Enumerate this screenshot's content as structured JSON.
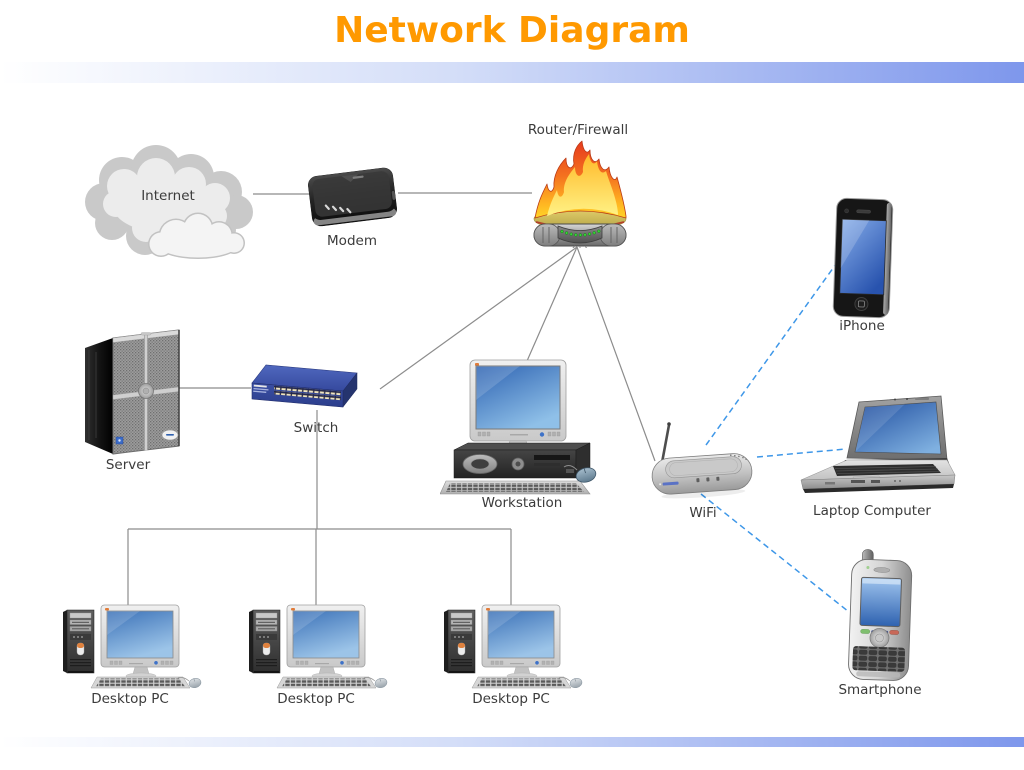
{
  "title": "Network Diagram",
  "nodes": {
    "internet": "Internet",
    "modem": "Modem",
    "router_firewall": "Router/Firewall",
    "iphone": "iPhone",
    "server": "Server",
    "switch": "Switch",
    "workstation": "Workstation",
    "wifi": "WiFi",
    "laptop": "Laptop Computer",
    "smartphone": "Smartphone",
    "desktop_pc_1": "Desktop PC",
    "desktop_pc_2": "Desktop PC",
    "desktop_pc_3": "Desktop PC"
  },
  "connections": {
    "wired": [
      {
        "from": "internet",
        "to": "modem"
      },
      {
        "from": "modem",
        "to": "router_firewall"
      },
      {
        "from": "router_firewall",
        "to": "switch"
      },
      {
        "from": "router_firewall",
        "to": "workstation"
      },
      {
        "from": "router_firewall",
        "to": "wifi"
      },
      {
        "from": "server",
        "to": "switch"
      },
      {
        "from": "switch",
        "to": "desktop_pc_1"
      },
      {
        "from": "switch",
        "to": "desktop_pc_2"
      },
      {
        "from": "switch",
        "to": "desktop_pc_3"
      }
    ],
    "wireless": [
      {
        "from": "wifi",
        "to": "iphone"
      },
      {
        "from": "wifi",
        "to": "laptop"
      },
      {
        "from": "wifi",
        "to": "smartphone"
      }
    ]
  },
  "colors": {
    "title": "#FF9900",
    "label": "#3B3B3B",
    "wired_line": "#8C8C8C",
    "wireless_line": "#3E97E8",
    "header_bar_start": "#FFFFFF",
    "header_bar_end": "#7E97EC"
  }
}
